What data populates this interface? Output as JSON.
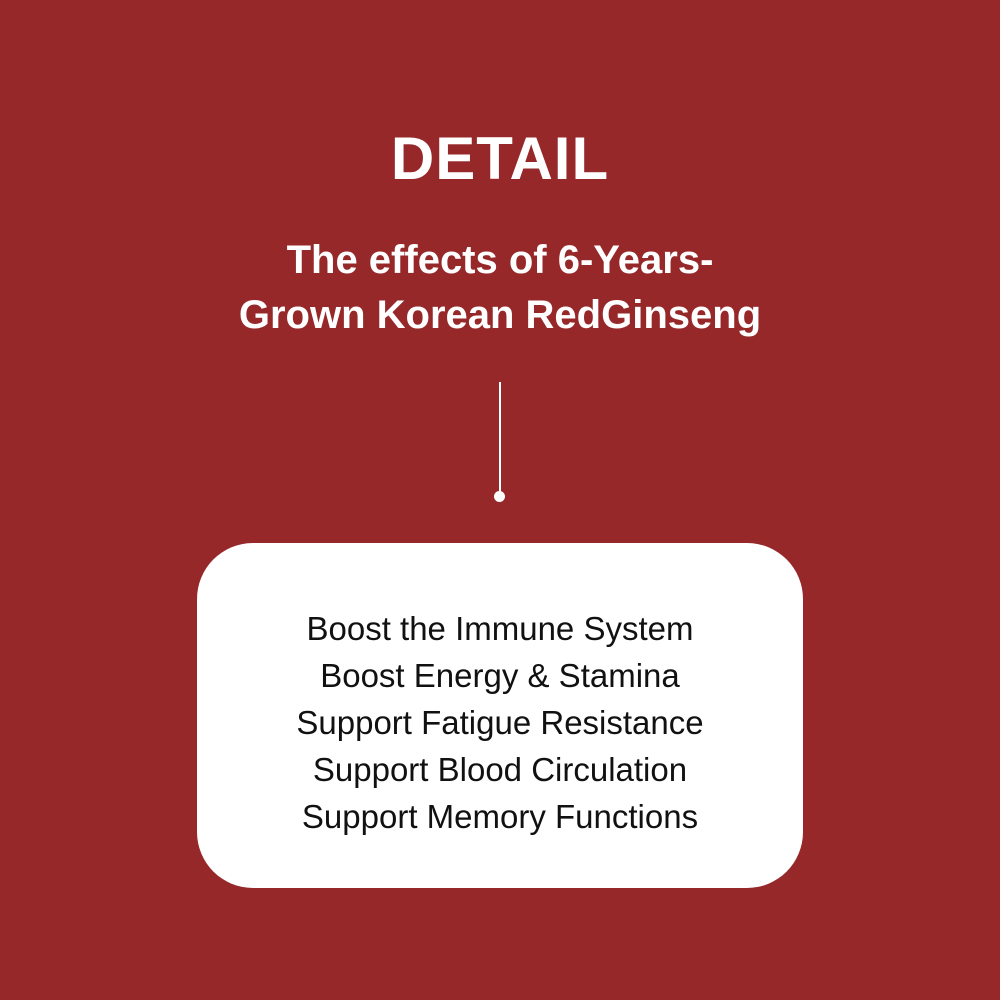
{
  "colors": {
    "background": "#97282a",
    "card_background": "#ffffff",
    "heading_text": "#ffffff",
    "card_text": "#111111"
  },
  "header": {
    "title": "DETAIL"
  },
  "subtitle": {
    "lines": [
      "The effects of 6-Years-",
      "Grown Korean RedGinseng"
    ]
  },
  "card": {
    "items": [
      "Boost the Immune System",
      "Boost Energy & Stamina",
      "Support Fatigue Resistance",
      "Support Blood Circulation",
      "Support Memory Functions"
    ]
  }
}
